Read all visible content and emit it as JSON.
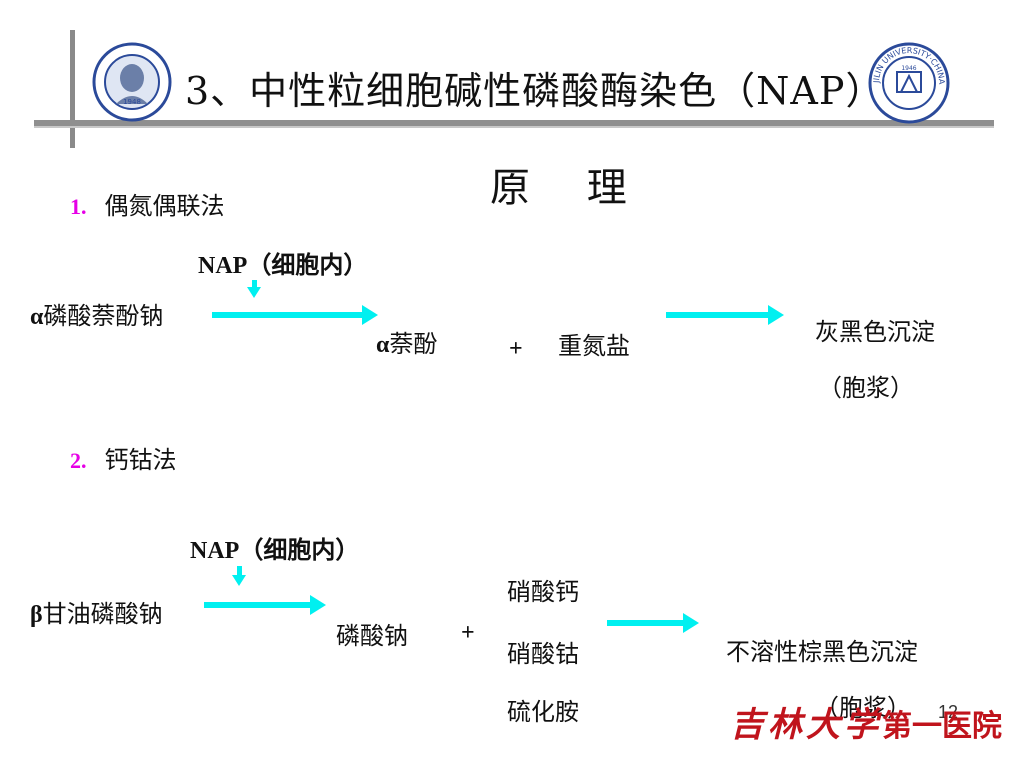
{
  "header": {
    "title": "3、中性粒细胞碱性磷酸酶染色（NAP）",
    "logo_left": {
      "icon": "hospital-seal-icon",
      "year": "1948"
    },
    "logo_right": {
      "icon": "university-seal-icon",
      "text": "JILIN UNIVERSITY·CHINA",
      "year": "1946"
    }
  },
  "subtitle": "原 理",
  "method1": {
    "number": "1.",
    "name": "偶氮偶联法",
    "enzyme_label": "NAP（细胞内）",
    "substrate_prefix": "α",
    "substrate_rest": "磷酸萘酚钠",
    "product_prefix": "α",
    "product_rest": "萘酚",
    "plus": "+",
    "reagent": "重氮盐",
    "result_line1": "灰黑色沉淀",
    "result_line2": "（胞浆）"
  },
  "method2": {
    "number": "2.",
    "name": "钙钴法",
    "enzyme_label": "NAP（细胞内）",
    "substrate_prefix": "β",
    "substrate_rest": "甘油磷酸钠",
    "product": "磷酸钠",
    "plus": "+",
    "reagents": [
      "硝酸钙",
      "硝酸钴",
      "硫化胺"
    ],
    "result_line1": "不溶性棕黑色沉淀",
    "result_line2": "（胞浆）"
  },
  "footer": {
    "brand_calligraphy": "吉林大学",
    "brand_text": "第一医院",
    "page_number": "12"
  },
  "colors": {
    "arrow": "#00f0f0",
    "number": "#e600e6",
    "brand": "#c0141c",
    "rule": "#8f8f8f",
    "seal": "#2b4a9a"
  }
}
